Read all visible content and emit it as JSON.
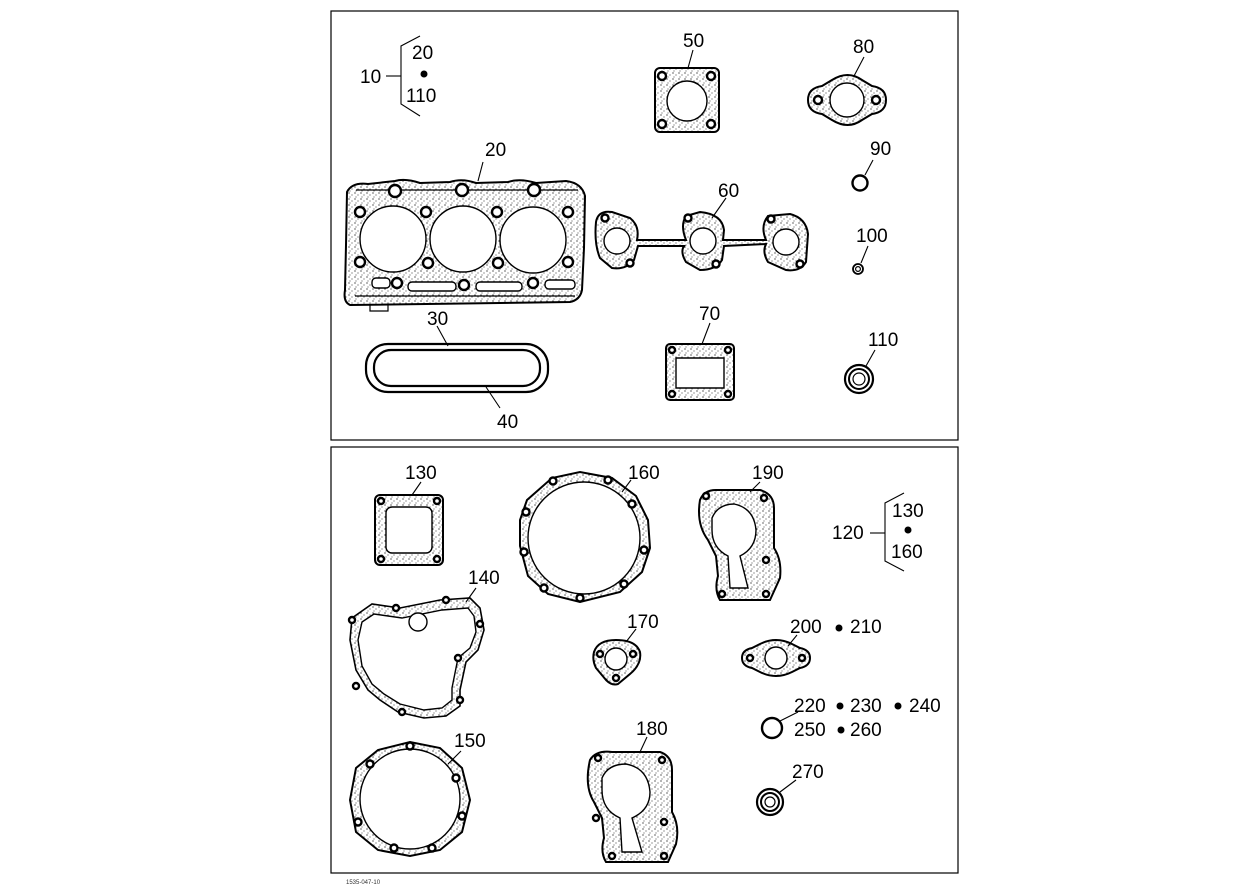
{
  "diagram": {
    "panels": [
      {
        "name": "upper-panel",
        "callouts": [
          "10",
          "20",
          "110",
          "20",
          "30",
          "40",
          "50",
          "60",
          "70",
          "80",
          "90",
          "100",
          "110"
        ]
      },
      {
        "name": "lower-panel",
        "callouts": [
          "120",
          "130",
          "160",
          "130",
          "140",
          "150",
          "160",
          "170",
          "180",
          "190",
          "200",
          "210",
          "220",
          "230",
          "240",
          "250",
          "260",
          "270"
        ]
      }
    ],
    "kit_groups": [
      {
        "kit": "10",
        "contains": [
          "20",
          "110"
        ]
      },
      {
        "kit": "120",
        "contains": [
          "130",
          "160"
        ]
      }
    ],
    "footer_code": "1535-047-10"
  },
  "labels": {
    "l10": "10",
    "l10_a": "20",
    "l10_b": "110",
    "l20": "20",
    "l30": "30",
    "l40": "40",
    "l50": "50",
    "l60": "60",
    "l70": "70",
    "l80": "80",
    "l90": "90",
    "l100": "100",
    "l110": "110",
    "l120": "120",
    "l120_a": "130",
    "l120_b": "160",
    "l130": "130",
    "l140": "140",
    "l150": "150",
    "l160": "160",
    "l170": "170",
    "l180": "180",
    "l190": "190",
    "l200": "200",
    "l210": "210",
    "l220": "220",
    "l230": "230",
    "l240": "240",
    "l250": "250",
    "l260": "260",
    "l270": "270"
  },
  "colors": {
    "line": "#000000",
    "paper": "#ffffff",
    "stipple": "#000000"
  }
}
